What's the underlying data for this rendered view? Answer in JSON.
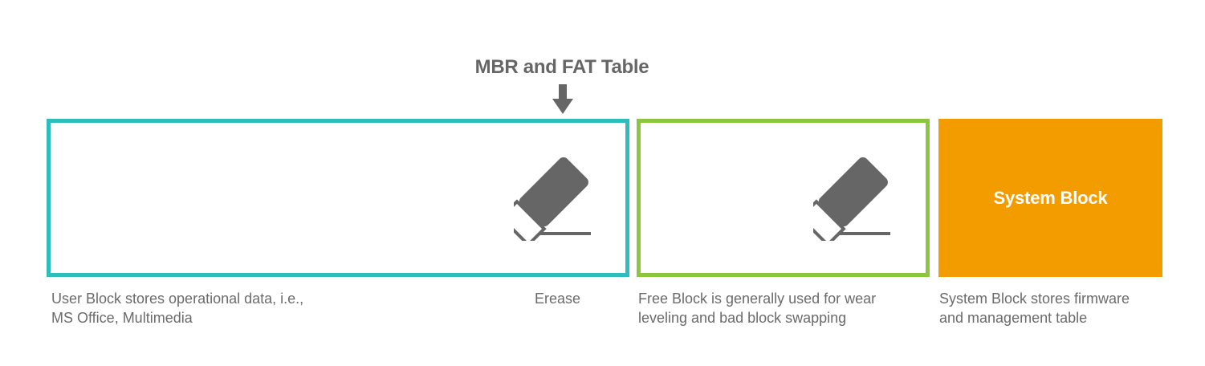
{
  "title": "MBR and FAT Table",
  "blocks": {
    "user": {
      "caption": "User Block stores operational data, i.e.,\nMS Office, Multimedia",
      "border_color": "#2fbcbc"
    },
    "erase_label": "Erease",
    "free": {
      "caption": "Free Block is generally used for wear\nleveling and bad block swapping",
      "border_color": "#8cc63f"
    },
    "system": {
      "label": "System Block",
      "caption": "System Block stores firmware\nand management table",
      "fill_color": "#f39c00"
    }
  },
  "icons": {
    "pointer": "arrow-down-icon",
    "eraser": "eraser-icon"
  }
}
